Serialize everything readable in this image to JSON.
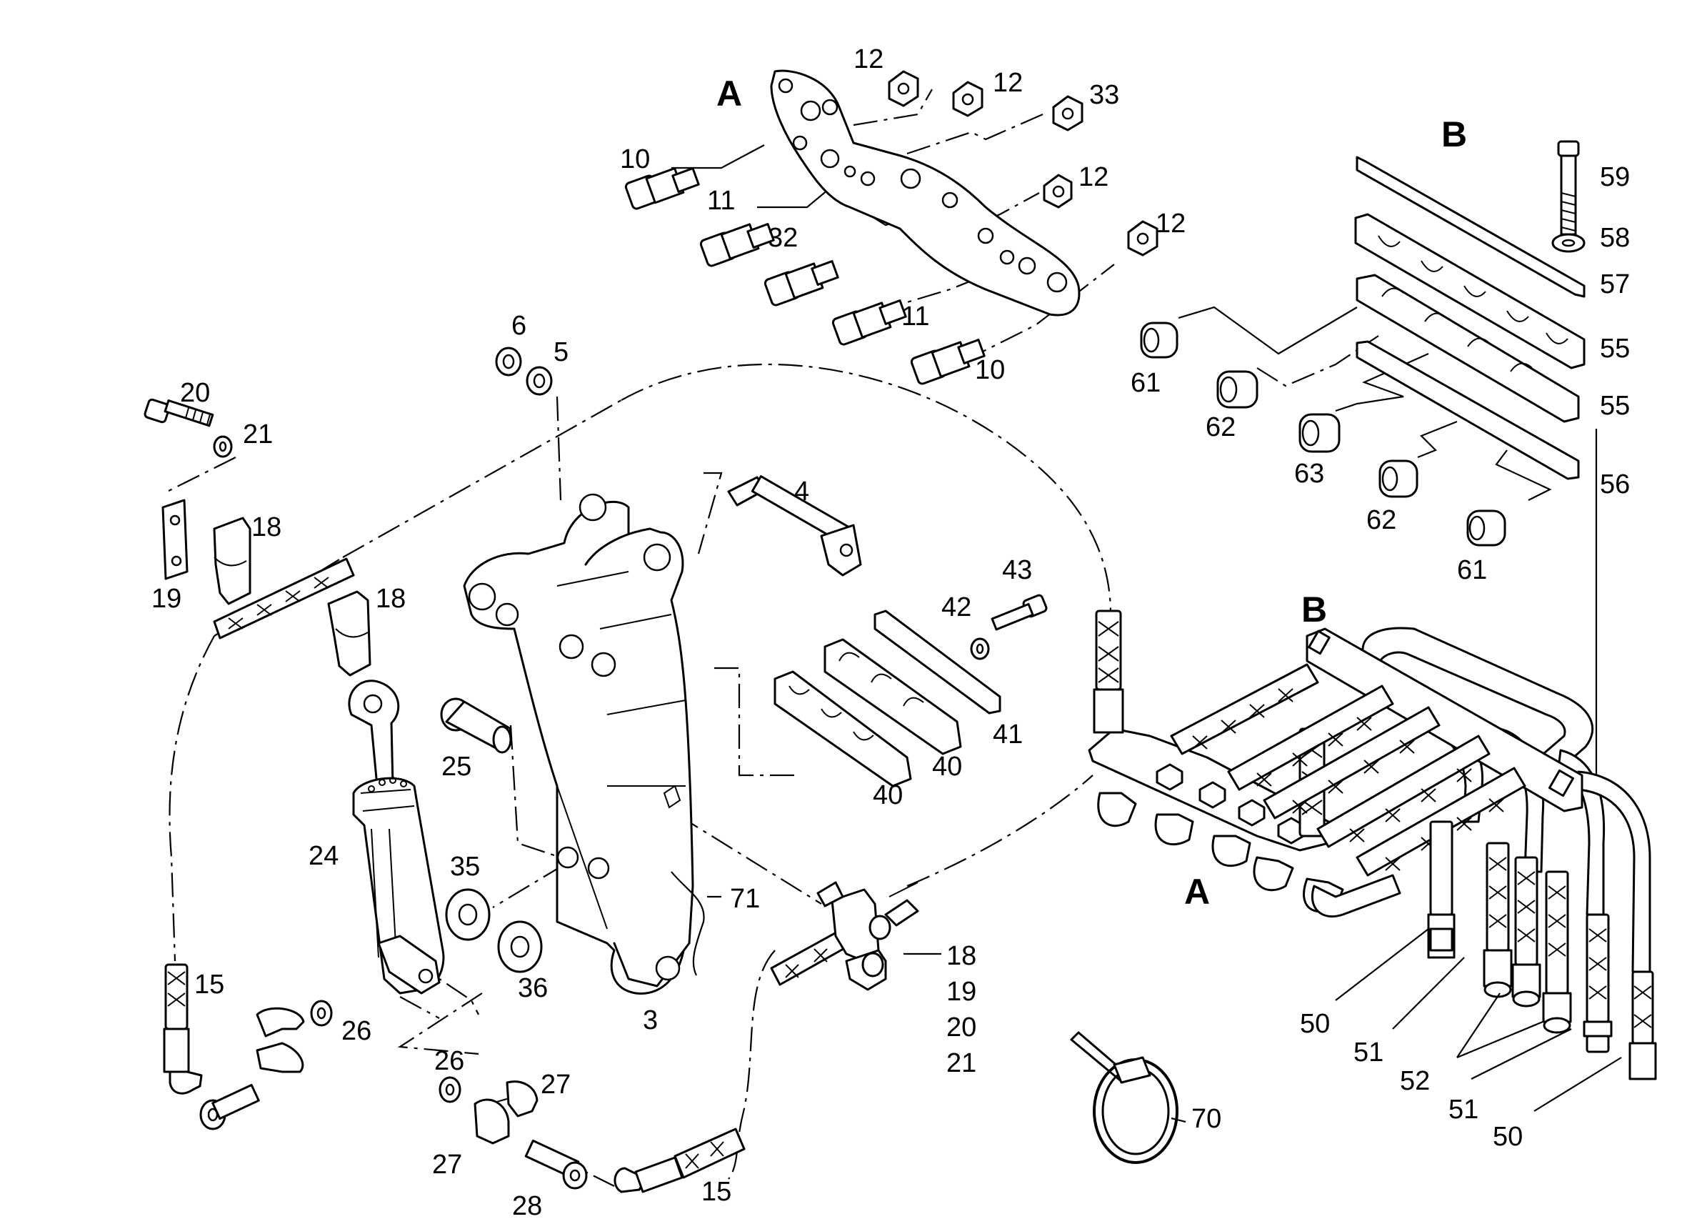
{
  "section_labels": [
    {
      "id": "A-top",
      "text": "A"
    },
    {
      "id": "B-top",
      "text": "B"
    },
    {
      "id": "B-valve",
      "text": "B"
    },
    {
      "id": "A-valve",
      "text": "A"
    }
  ],
  "callouts": {
    "c12a": "12",
    "c12b": "12",
    "c33": "33",
    "c10a": "10",
    "c11a": "11",
    "c32": "32",
    "c12c": "12",
    "c12d": "12",
    "c11b": "11",
    "c10b": "10",
    "c59": "59",
    "c58": "58",
    "c57": "57",
    "c55a": "55",
    "c55b": "55",
    "c56": "56",
    "c61a": "61",
    "c62a": "62",
    "c63": "63",
    "c62b": "62",
    "c61b": "61",
    "c6": "6",
    "c5": "5",
    "c20a": "20",
    "c21a": "21",
    "c18a": "18",
    "c19a": "19",
    "c18b": "18",
    "c4": "4",
    "c43": "43",
    "c42": "42",
    "c41": "41",
    "c40a": "40",
    "c40b": "40",
    "c25": "25",
    "c24": "24",
    "c35": "35",
    "c36": "36",
    "c71": "71",
    "c3": "3",
    "c15a": "15",
    "c26a": "26",
    "c26b": "26",
    "c27a": "27",
    "c27b": "27",
    "c28": "28",
    "c15b": "15",
    "c18c": "18",
    "c19b": "19",
    "c20b": "20",
    "c21b": "21",
    "c70": "70",
    "c50a": "50",
    "c51a": "51",
    "c52": "52",
    "c51b": "51",
    "c50b": "50"
  }
}
